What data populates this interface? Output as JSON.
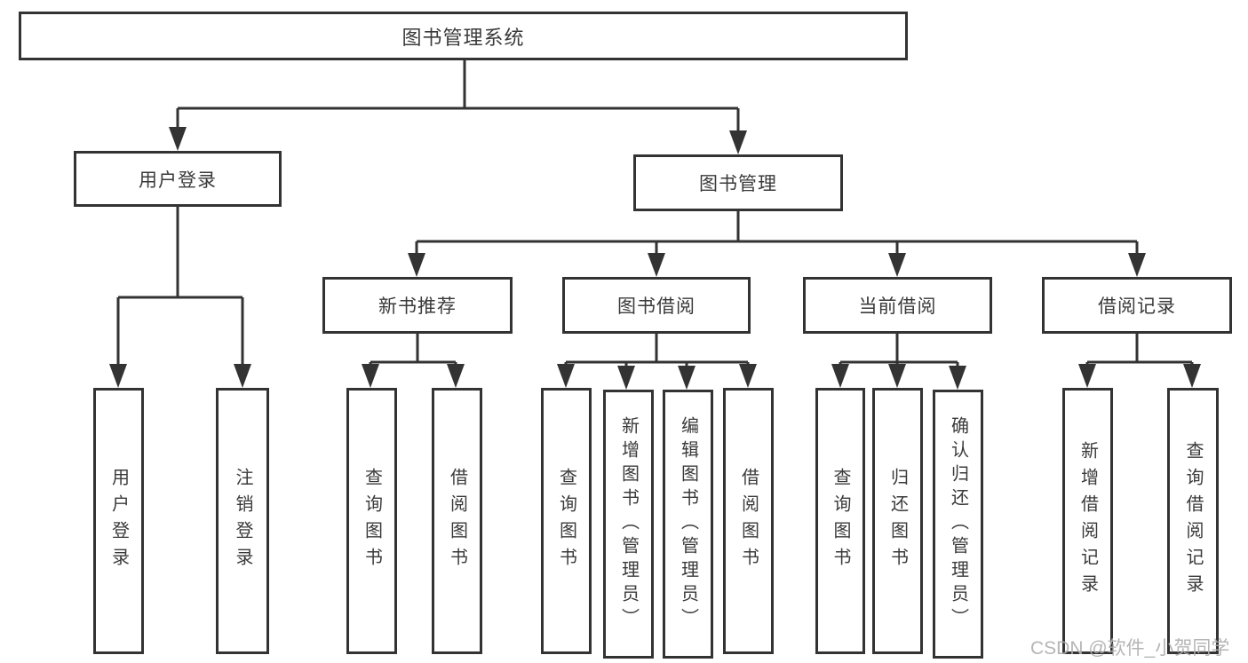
{
  "tree": {
    "root": "图书管理系统",
    "branches": [
      {
        "label": "用户登录",
        "children": [
          "用户登录",
          "注销登录"
        ]
      },
      {
        "label": "图书管理",
        "groups": [
          {
            "label": "新书推荐",
            "children": [
              "查询图书",
              "借阅图书"
            ]
          },
          {
            "label": "图书借阅",
            "children": [
              "查询图书",
              "新增图书（管理员）",
              "编辑图书（管理员）",
              "借阅图书"
            ]
          },
          {
            "label": "当前借阅",
            "children": [
              "查询图书",
              "归还图书",
              "确认归还（管理员）"
            ]
          },
          {
            "label": "借阅记录",
            "children": [
              "新增借阅记录",
              "查询借阅记录"
            ]
          }
        ]
      }
    ]
  },
  "watermark": "CSDN @软件_小贺同学",
  "colors": {
    "line": "#333333",
    "text": "#3a3a3a",
    "background": "#ffffff",
    "watermark": "#afafaf"
  }
}
